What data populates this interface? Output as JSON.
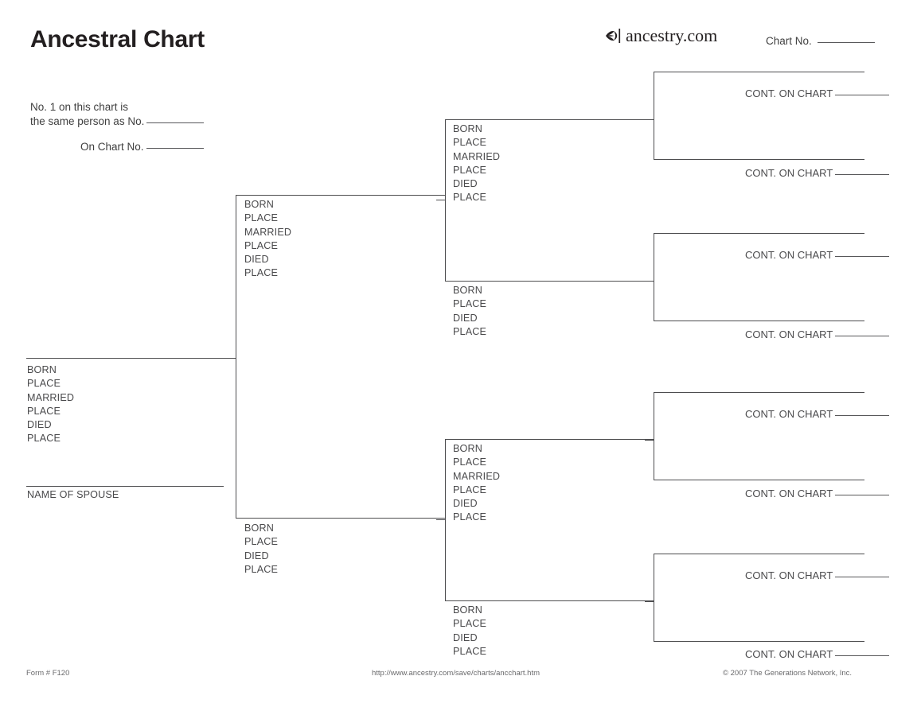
{
  "header": {
    "title": "Ancestral Chart",
    "brand_text": "ancestry.com",
    "brand_icon": "leaf-icon",
    "chart_no_label": "Chart No."
  },
  "note": {
    "line1": "No. 1 on this chart is",
    "line2": "the same person as No.",
    "line3": "On Chart No."
  },
  "labels": {
    "born": "BORN",
    "place": "PLACE",
    "married": "MARRIED",
    "died": "DIED",
    "spouse": "NAME OF SPOUSE",
    "cont_on_chart": "CONT. ON CHART"
  },
  "person1": {
    "fields": [
      "BORN",
      "PLACE",
      "MARRIED",
      "PLACE",
      "DIED",
      "PLACE"
    ],
    "spouse_caption": "NAME OF SPOUSE"
  },
  "generation2": [
    {
      "position": "father",
      "fields": [
        "BORN",
        "PLACE",
        "MARRIED",
        "PLACE",
        "DIED",
        "PLACE"
      ]
    },
    {
      "position": "mother",
      "fields": [
        "BORN",
        "PLACE",
        "DIED",
        "PLACE"
      ]
    }
  ],
  "generation3": [
    {
      "position": "father",
      "fields": [
        "BORN",
        "PLACE",
        "MARRIED",
        "PLACE",
        "DIED",
        "PLACE"
      ]
    },
    {
      "position": "mother",
      "fields": [
        "BORN",
        "PLACE",
        "DIED",
        "PLACE"
      ]
    },
    {
      "position": "father",
      "fields": [
        "BORN",
        "PLACE",
        "MARRIED",
        "PLACE",
        "DIED",
        "PLACE"
      ]
    },
    {
      "position": "mother",
      "fields": [
        "BORN",
        "PLACE",
        "DIED",
        "PLACE"
      ]
    }
  ],
  "generation4": [
    {
      "cont_label": "CONT. ON CHART"
    },
    {
      "cont_label": "CONT. ON CHART"
    },
    {
      "cont_label": "CONT. ON CHART"
    },
    {
      "cont_label": "CONT. ON CHART"
    },
    {
      "cont_label": "CONT. ON CHART"
    },
    {
      "cont_label": "CONT. ON CHART"
    },
    {
      "cont_label": "CONT. ON CHART"
    },
    {
      "cont_label": "CONT. ON CHART"
    }
  ],
  "footer": {
    "form": "Form # F120",
    "url": "http://www.ancestry.com/save/charts/ancchart.htm",
    "copyright": "© 2007 The Generations Network, Inc."
  },
  "colors": {
    "ink": "#231f20",
    "text": "#4a4a4c",
    "rule": "#4d4d4f",
    "page": "#ffffff"
  }
}
